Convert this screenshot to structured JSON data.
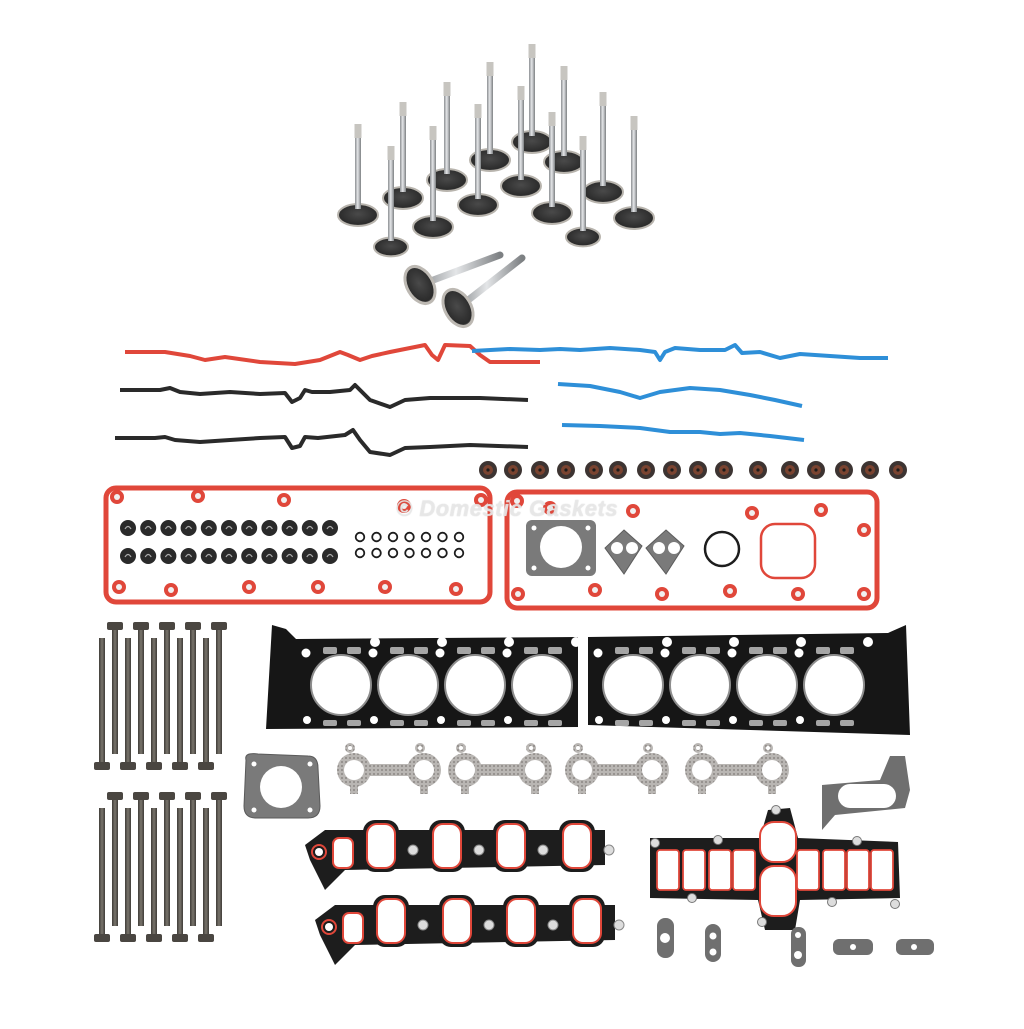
{
  "watermark": {
    "text": "© Domestic Gaskets"
  },
  "colors": {
    "background": "#ffffff",
    "red_silicone": "#e0473a",
    "blue_silicone": "#2e8fd8",
    "black_gasket": "#2a2a2a",
    "steel": "#a9acae",
    "valve_face": "#3c3c3c",
    "fiber_gray": "#7a7a7a",
    "bolt": "#5a5650",
    "seal": "#5b3a2c"
  },
  "components": {
    "valves": {
      "label": "Engine valves",
      "count": 16
    },
    "valve_cover_gaskets_red": {
      "label": "Valve cover gasket (red)",
      "count": 1
    },
    "valve_cover_gaskets_black": {
      "label": "Valve cover gasket (black)",
      "count": 2
    },
    "valve_cover_gaskets_blue": {
      "label": "Valve cover gasket (blue)",
      "count": 3
    },
    "valve_stem_seals": {
      "label": "Valve stem seals",
      "count": 16
    },
    "grommets": {
      "label": "Spark plug grommets",
      "count": 22
    },
    "o_rings": {
      "label": "O-rings",
      "count": 14
    },
    "head_gaskets": {
      "label": "MLS cylinder head gaskets",
      "count": 2
    },
    "head_bolts": {
      "label": "Cylinder head bolts",
      "count": 20
    },
    "exhaust_manifold_gaskets": {
      "label": "Exhaust manifold gaskets",
      "count": 4
    },
    "intake_manifold_gaskets": {
      "label": "Intake manifold gaskets",
      "count": 3
    },
    "throttle_body_gaskets": {
      "label": "Throttle body gaskets",
      "count": 2
    },
    "misc_gaskets": {
      "label": "EGR / misc gaskets",
      "count": 5
    }
  }
}
